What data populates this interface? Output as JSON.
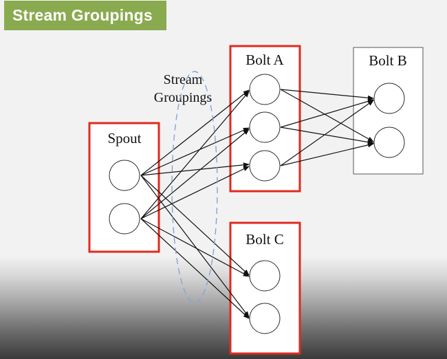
{
  "slide": {
    "title": "Stream Groupings"
  },
  "diagram": {
    "grouping_label_line1": "Stream",
    "grouping_label_line2": "Groupings",
    "spout_label": "Spout",
    "bolt_a_label": "Bolt A",
    "bolt_b_label": "Bolt B",
    "bolt_c_label": "Bolt C",
    "colors": {
      "highlight_border": "#e02a1f",
      "plain_border": "#555555",
      "banner": "#8aaa4f",
      "ellipse_dash": "#7fa6d6",
      "arrow": "#111111"
    }
  }
}
